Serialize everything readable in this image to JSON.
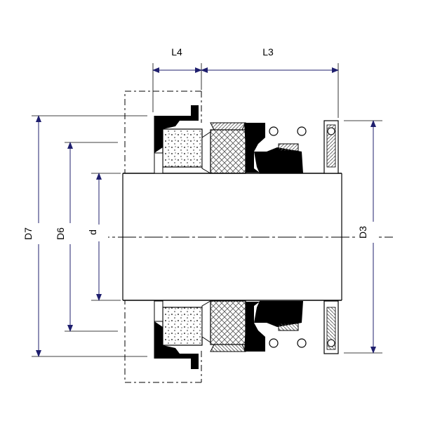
{
  "dimensions": {
    "L4": "L4",
    "L3": "L3",
    "D7": "D7",
    "D6": "D6",
    "d": "d",
    "D3": "D3"
  },
  "colors": {
    "line": "#000000",
    "arrow": "#1f1f6e",
    "hatch": "#555555"
  }
}
